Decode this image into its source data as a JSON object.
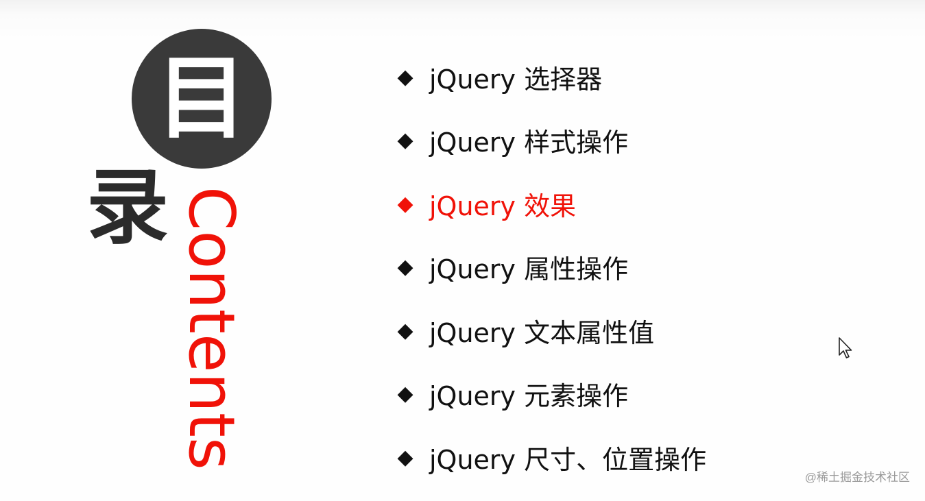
{
  "slide": {
    "title_char_1": "目",
    "title_char_2": "录",
    "subtitle_vertical": "Contents",
    "items": [
      {
        "bullet": "◆",
        "label": "jQuery 选择器",
        "active": false
      },
      {
        "bullet": "◆",
        "label": "jQuery 样式操作",
        "active": false
      },
      {
        "bullet": "◆",
        "label": "jQuery 效果",
        "active": true
      },
      {
        "bullet": "◆",
        "label": "jQuery 属性操作",
        "active": false
      },
      {
        "bullet": "◆",
        "label": "jQuery 文本属性值",
        "active": false
      },
      {
        "bullet": "◆",
        "label": "jQuery 元素操作",
        "active": false
      },
      {
        "bullet": "◆",
        "label": "jQuery 尺寸、位置操作",
        "active": false
      }
    ],
    "watermark": "@稀土掘金技术社区"
  },
  "colors": {
    "accent": "#f01208",
    "circle": "#3a3a3a",
    "text": "#111111"
  },
  "icons": {
    "pointer": "mouse-pointer-icon"
  }
}
